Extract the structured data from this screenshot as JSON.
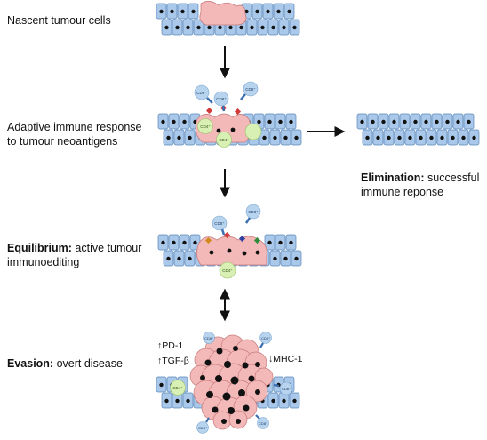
{
  "stages": {
    "nascent": {
      "label": "Nascent tumour cells"
    },
    "adaptive": {
      "line1": "Adaptive immune response",
      "line2": "to tumour neoantigens"
    },
    "elimination": {
      "title": "Elimination:",
      "desc1": " successful",
      "desc2": "immune reponse"
    },
    "equilibrium": {
      "title": "Equilibrium:",
      "desc1": " active tumour",
      "desc2": "immunoediting"
    },
    "evasion": {
      "title": "Evasion:",
      "desc": " overt disease"
    }
  },
  "markers": {
    "pd1": "PD-1",
    "tgfb": "TGF-β",
    "mhc1": "MHC-1"
  },
  "cell_labels": {
    "cd8": "CD8⁺",
    "cd4": "CD4⁺"
  },
  "colors": {
    "epithelium": "#a9c8ea",
    "epithelium_stroke": "#5a86b8",
    "tumour": "#f3b8b8",
    "tumour_stroke": "#c77b7b",
    "tcell": "#b7d3ee",
    "cd4_cell": "#d9f0b4",
    "arrow": "#111111",
    "receptor": "#3c6fb2"
  }
}
